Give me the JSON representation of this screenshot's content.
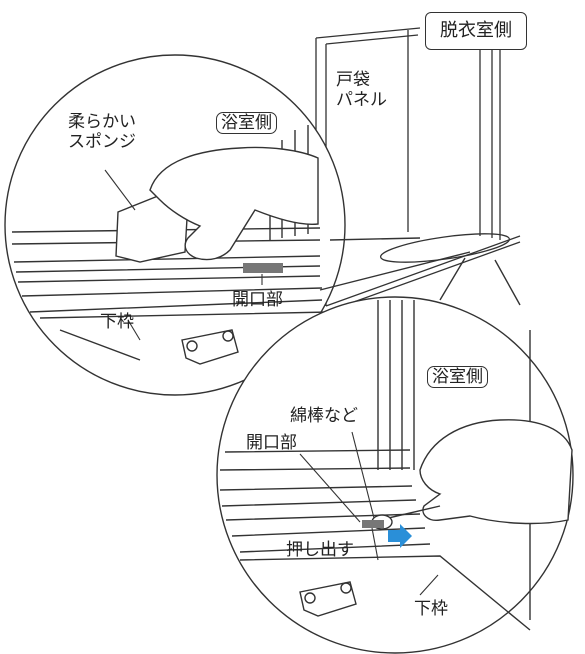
{
  "labels": {
    "datsui_shitsu": "脱衣室側",
    "tobukuro_panel": "戸袋\nパネル",
    "yokushitsu_top": "浴室側",
    "sponge": "柔らかい\nスポンジ",
    "kaikoubu_top": "開口部",
    "shitawaku_top": "下枠",
    "yokushitsu_bottom": "浴室側",
    "menbou": "綿棒など",
    "kaikoubu_bottom": "開口部",
    "oshidasu": "押し出す",
    "shitawaku_bottom": "下枠"
  },
  "colors": {
    "line": "#333333",
    "arrow": "#2a8fd8",
    "opening": "#777777"
  }
}
